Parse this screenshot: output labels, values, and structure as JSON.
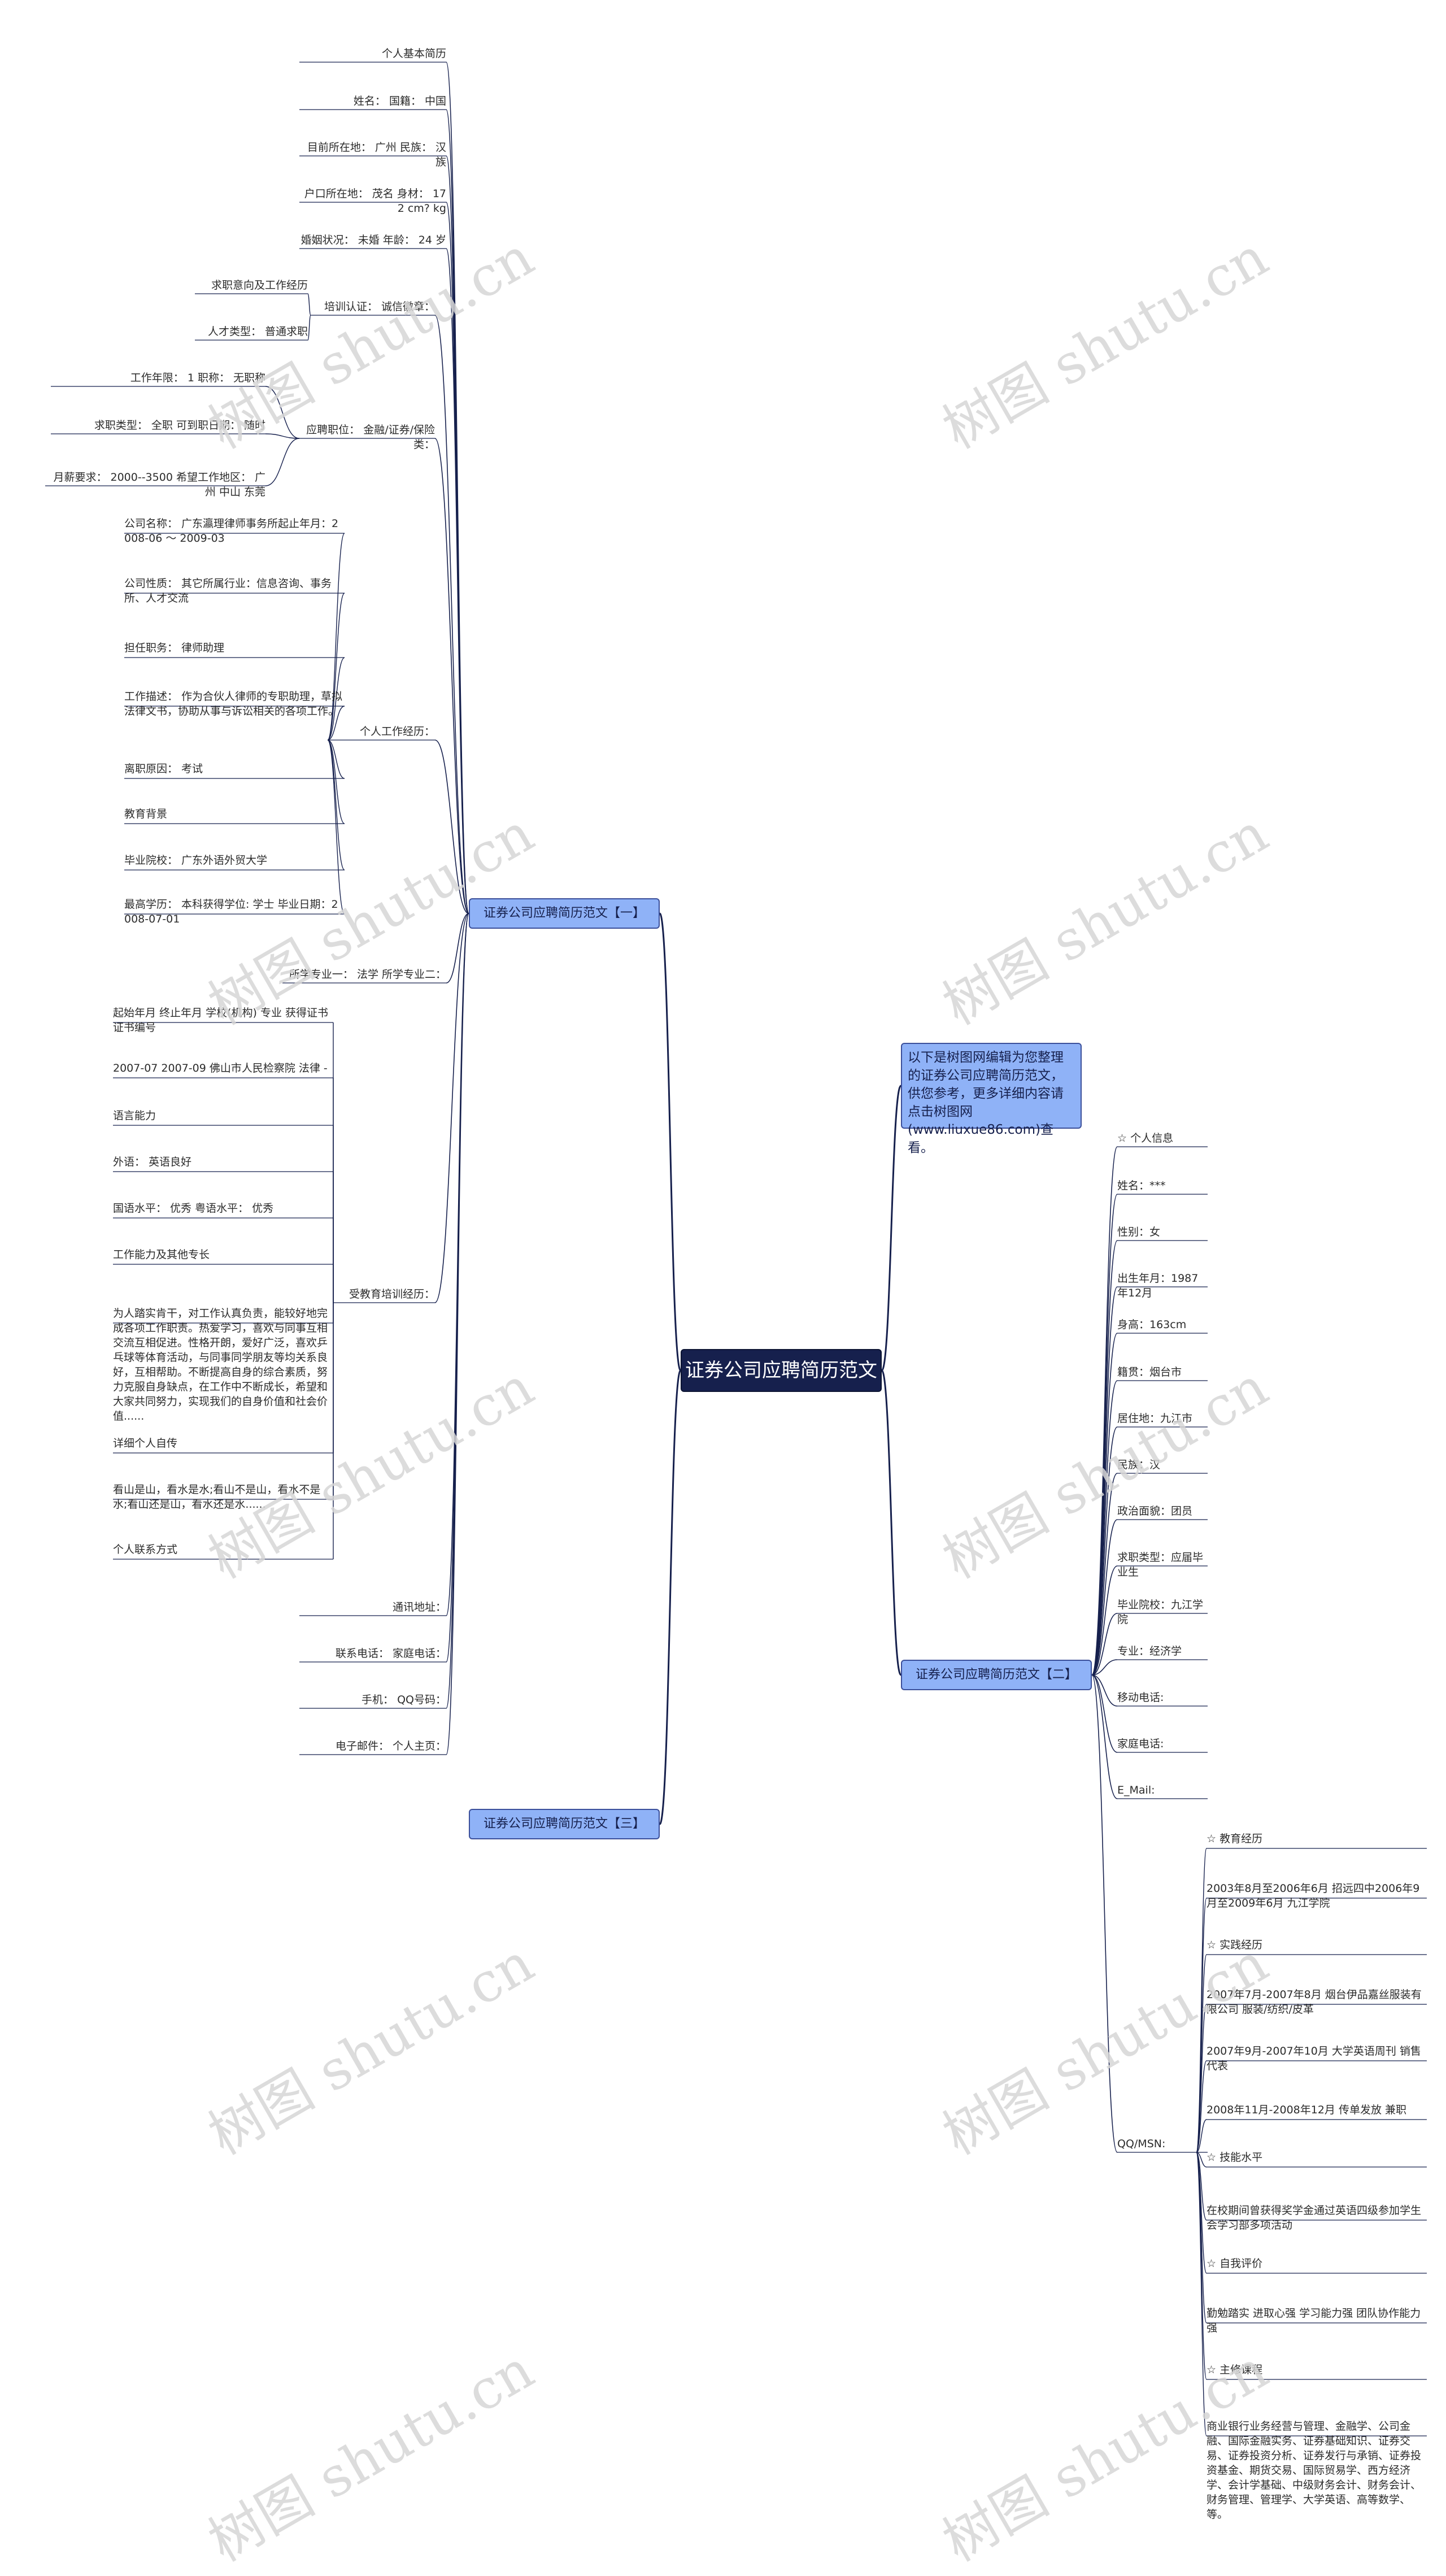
{
  "root": "证券公司应聘简历范文",
  "intro": "以下是树图网编辑为您整理的证券公司应聘简历范文，供您参考，更多详细内容请点击树图网(www.liuxue86.com)查看。",
  "branch1": "证券公司应聘简历范文【一】",
  "branch2": "证券公司应聘简历范文【二】",
  "branch3": "证券公司应聘简历范文【三】",
  "watermark": "树图 shutu.cn",
  "b1_items": [
    "个人基本简历",
    "姓名： 国籍： 中国",
    "目前所在地： 广州 民族： 汉族",
    "户口所在地： 茂名 身材： 172 cm? kg",
    "婚姻状况： 未婚 年龄： 24 岁",
    "培训认证： 诚信徽章：",
    "应聘职位： 金融/证券/保险类：",
    "个人工作经历：",
    "所学专业一： 法学 所学专业二：",
    "受教育培训经历：",
    "通讯地址：",
    "联系电话： 家庭电话：",
    "手机： QQ号码：",
    "电子邮件： 个人主页："
  ],
  "cert_children": [
    "求职意向及工作经历",
    "人才类型： 普通求职"
  ],
  "position_children": [
    "工作年限： 1 职称： 无职称",
    "求职类型： 全职 可到职日期： 随时",
    "月薪要求： 2000--3500 希望工作地区： 广州 中山 东莞"
  ],
  "work_children": [
    "公司名称： 广东瀛理律师事务所起止年月：2008-06 ～ 2009-03",
    "公司性质： 其它所属行业：信息咨询、事务所、人才交流",
    "担任职务： 律师助理",
    "工作描述： 作为合伙人律师的专职助理，草拟法律文书，协助从事与诉讼相关的各项工作。",
    "离职原因： 考试",
    "教育背景",
    "毕业院校： 广东外语外贸大学",
    "最高学历： 本科获得学位: 学士 毕业日期：2008-07-01"
  ],
  "edu_children": [
    "起始年月 终止年月 学校(机构) 专业 获得证书 证书编号",
    "2007-07 2007-09 佛山市人民检察院 法律 -",
    "语言能力",
    "外语： 英语良好",
    "国语水平： 优秀 粤语水平： 优秀",
    "工作能力及其他专长",
    "为人踏实肯干，对工作认真负责，能较好地完成各项工作职责。热爱学习，喜欢与同事互相交流互相促进。性格开朗，爱好广泛，喜欢乒乓球等体育活动，与同事同学朋友等均关系良好，互相帮助。不断提高自身的综合素质，努力克服自身缺点，在工作中不断成长，希望和大家共同努力，实现我们的自身价值和社会价值......",
    "详细个人自传",
    "看山是山，看水是水;看山不是山，看水不是水;看山还是山，看水还是水......",
    "个人联系方式"
  ],
  "b2_items": [
    "☆ 个人信息",
    "姓名：***",
    "性别：女",
    "出生年月：1987年12月",
    "身高：163cm",
    "籍贯：烟台市",
    "居住地：九江市",
    "民族：汉",
    "政治面貌：团员",
    "求职类型：应届毕业生",
    "毕业院校：九江学院",
    "专业：经济学",
    "移动电话:",
    "家庭电话:",
    "E_Mail:",
    "QQ/MSN:"
  ],
  "qq_children": [
    "☆ 教育经历",
    "2003年8月至2006年6月 招远四中2006年9月至2009年6月 九江学院",
    "☆ 实践经历",
    "2007年7月-2007年8月 烟台伊品嘉丝服装有限公司 服装/纺织/皮革",
    "2007年9月-2007年10月 大学英语周刊 销售代表",
    "2008年11月-2008年12月 传单发放 兼职",
    "☆ 技能水平",
    "在校期间曾获得奖学金通过英语四级参加学生会学习部多项活动",
    "☆ 自我评价",
    "勤勉踏实 进取心强 学习能力强 团队协作能力强",
    "☆ 主修课程",
    "商业银行业务经营与管理、金融学、公司金融、国际金融实务、证券基础知识、证券交易、证券投资分析、证券发行与承销、证券投资基金、期货交易、国际贸易学、西方经济学、会计学基础、中级财务会计、财务会计、财务管理、管理学、大学英语、高等数学、等。"
  ],
  "colors": {
    "root_bg": "#16204d",
    "branch_bg": "#8fb2f7",
    "edge": "#16204d",
    "text": "#2b2b2b",
    "watermark": "#d6d6d6"
  }
}
